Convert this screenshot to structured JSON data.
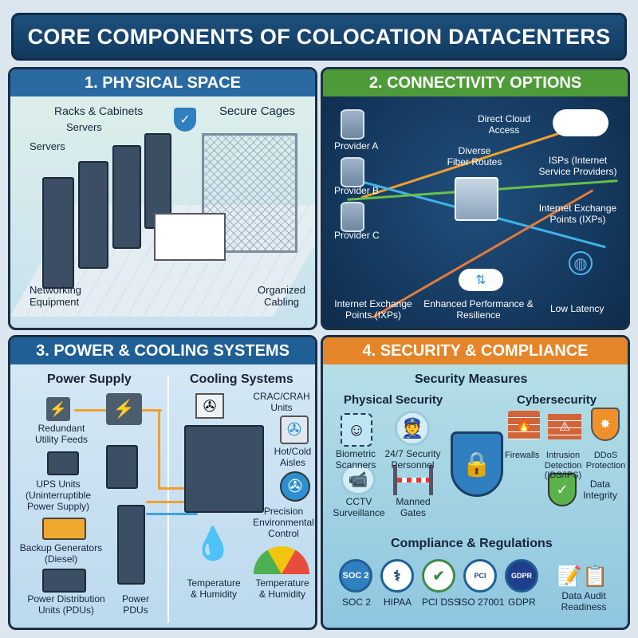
{
  "title": "CORE COMPONENTS OF COLOCATION DATACENTERS",
  "physical_space": {
    "header": "1. PHYSICAL SPACE",
    "racks": "Racks & Cabinets",
    "servers_1": "Servers",
    "servers_2": "Servers",
    "cages": "Secure Cages",
    "networking": "Networking Equipment",
    "cabling": "Organized Cabling"
  },
  "connectivity": {
    "header": "2. CONNECTIVITY OPTIONS",
    "direct_cloud": "Direct Cloud Access",
    "fiber": "Diverse Fiber Routes",
    "provider_a": "Provider A",
    "provider_b": "Provider B",
    "provider_c": "Provider C",
    "isps": "ISPs (Internet Service Providers)",
    "ixp_right": "Internet Exchange Points (IXPs)",
    "ixp_left": "Internet Exchange Points (IXPs)",
    "performance": "Enhanced Performance & Resilience",
    "latency": "Low Latency"
  },
  "power": {
    "header": "3. POWER & COOLING SYSTEMS",
    "power_title": "Power Supply",
    "cooling_title": "Cooling Systems",
    "utility": "Redundant Utility Feeds",
    "ups": "UPS Units (Uninterruptible Power Supply)",
    "generators": "Backup Generators (Diesel)",
    "pdu": "Power Distribution Units (PDUs)",
    "power_pdus": "Power PDUs",
    "crac": "CRAC/CRAH Units",
    "aisles": "Hot/Cold Aisles",
    "precision": "Precision Environmental Control",
    "temp_1": "Temperature & Humidity",
    "temp_2": "Temperature & Humidity"
  },
  "security": {
    "header": "4. SECURITY & COMPLIANCE",
    "measures": "Security Measures",
    "physical": "Physical Security",
    "cyber": "Cybersecurity",
    "biometric": "Biometric Scanners",
    "personnel": "24/7 Security Personnel",
    "cctv": "CCTV Surveillance",
    "gates": "Manned Gates",
    "firewalls": "Firewalls",
    "ids": "Intrusion Detection (IDS/IPS)",
    "ddos": "DDoS Protection",
    "integrity": "Data Integrity",
    "compliance": "Compliance & Regulations",
    "soc2_badge": "SOC 2",
    "soc2": "SOC 2",
    "hipaa": "HIPAA",
    "pci": "PCI DSS",
    "iso": "ISO 27001",
    "gdpr_badge": "GDPR",
    "gdpr": "GDPR",
    "audit": "Data Audit Readiness"
  }
}
